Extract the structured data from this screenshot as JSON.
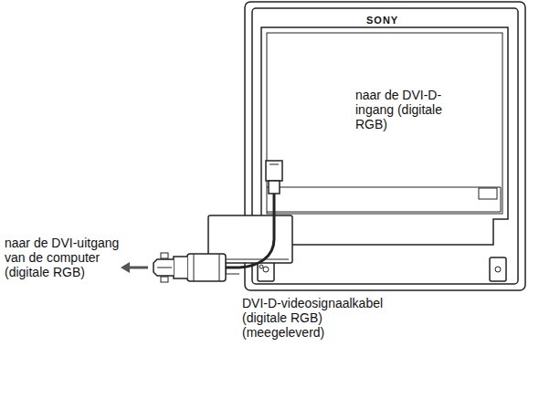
{
  "diagram": {
    "labels": [
      "SONY",
      "naar de DVI-D- ingang (digitale RGB)",
      "naar de DVI-uitgang van de computer (digitale RGB)",
      "DVI-D-videosignaalkabel (digitale RGB) (meegeleverd)"
    ]
  }
}
